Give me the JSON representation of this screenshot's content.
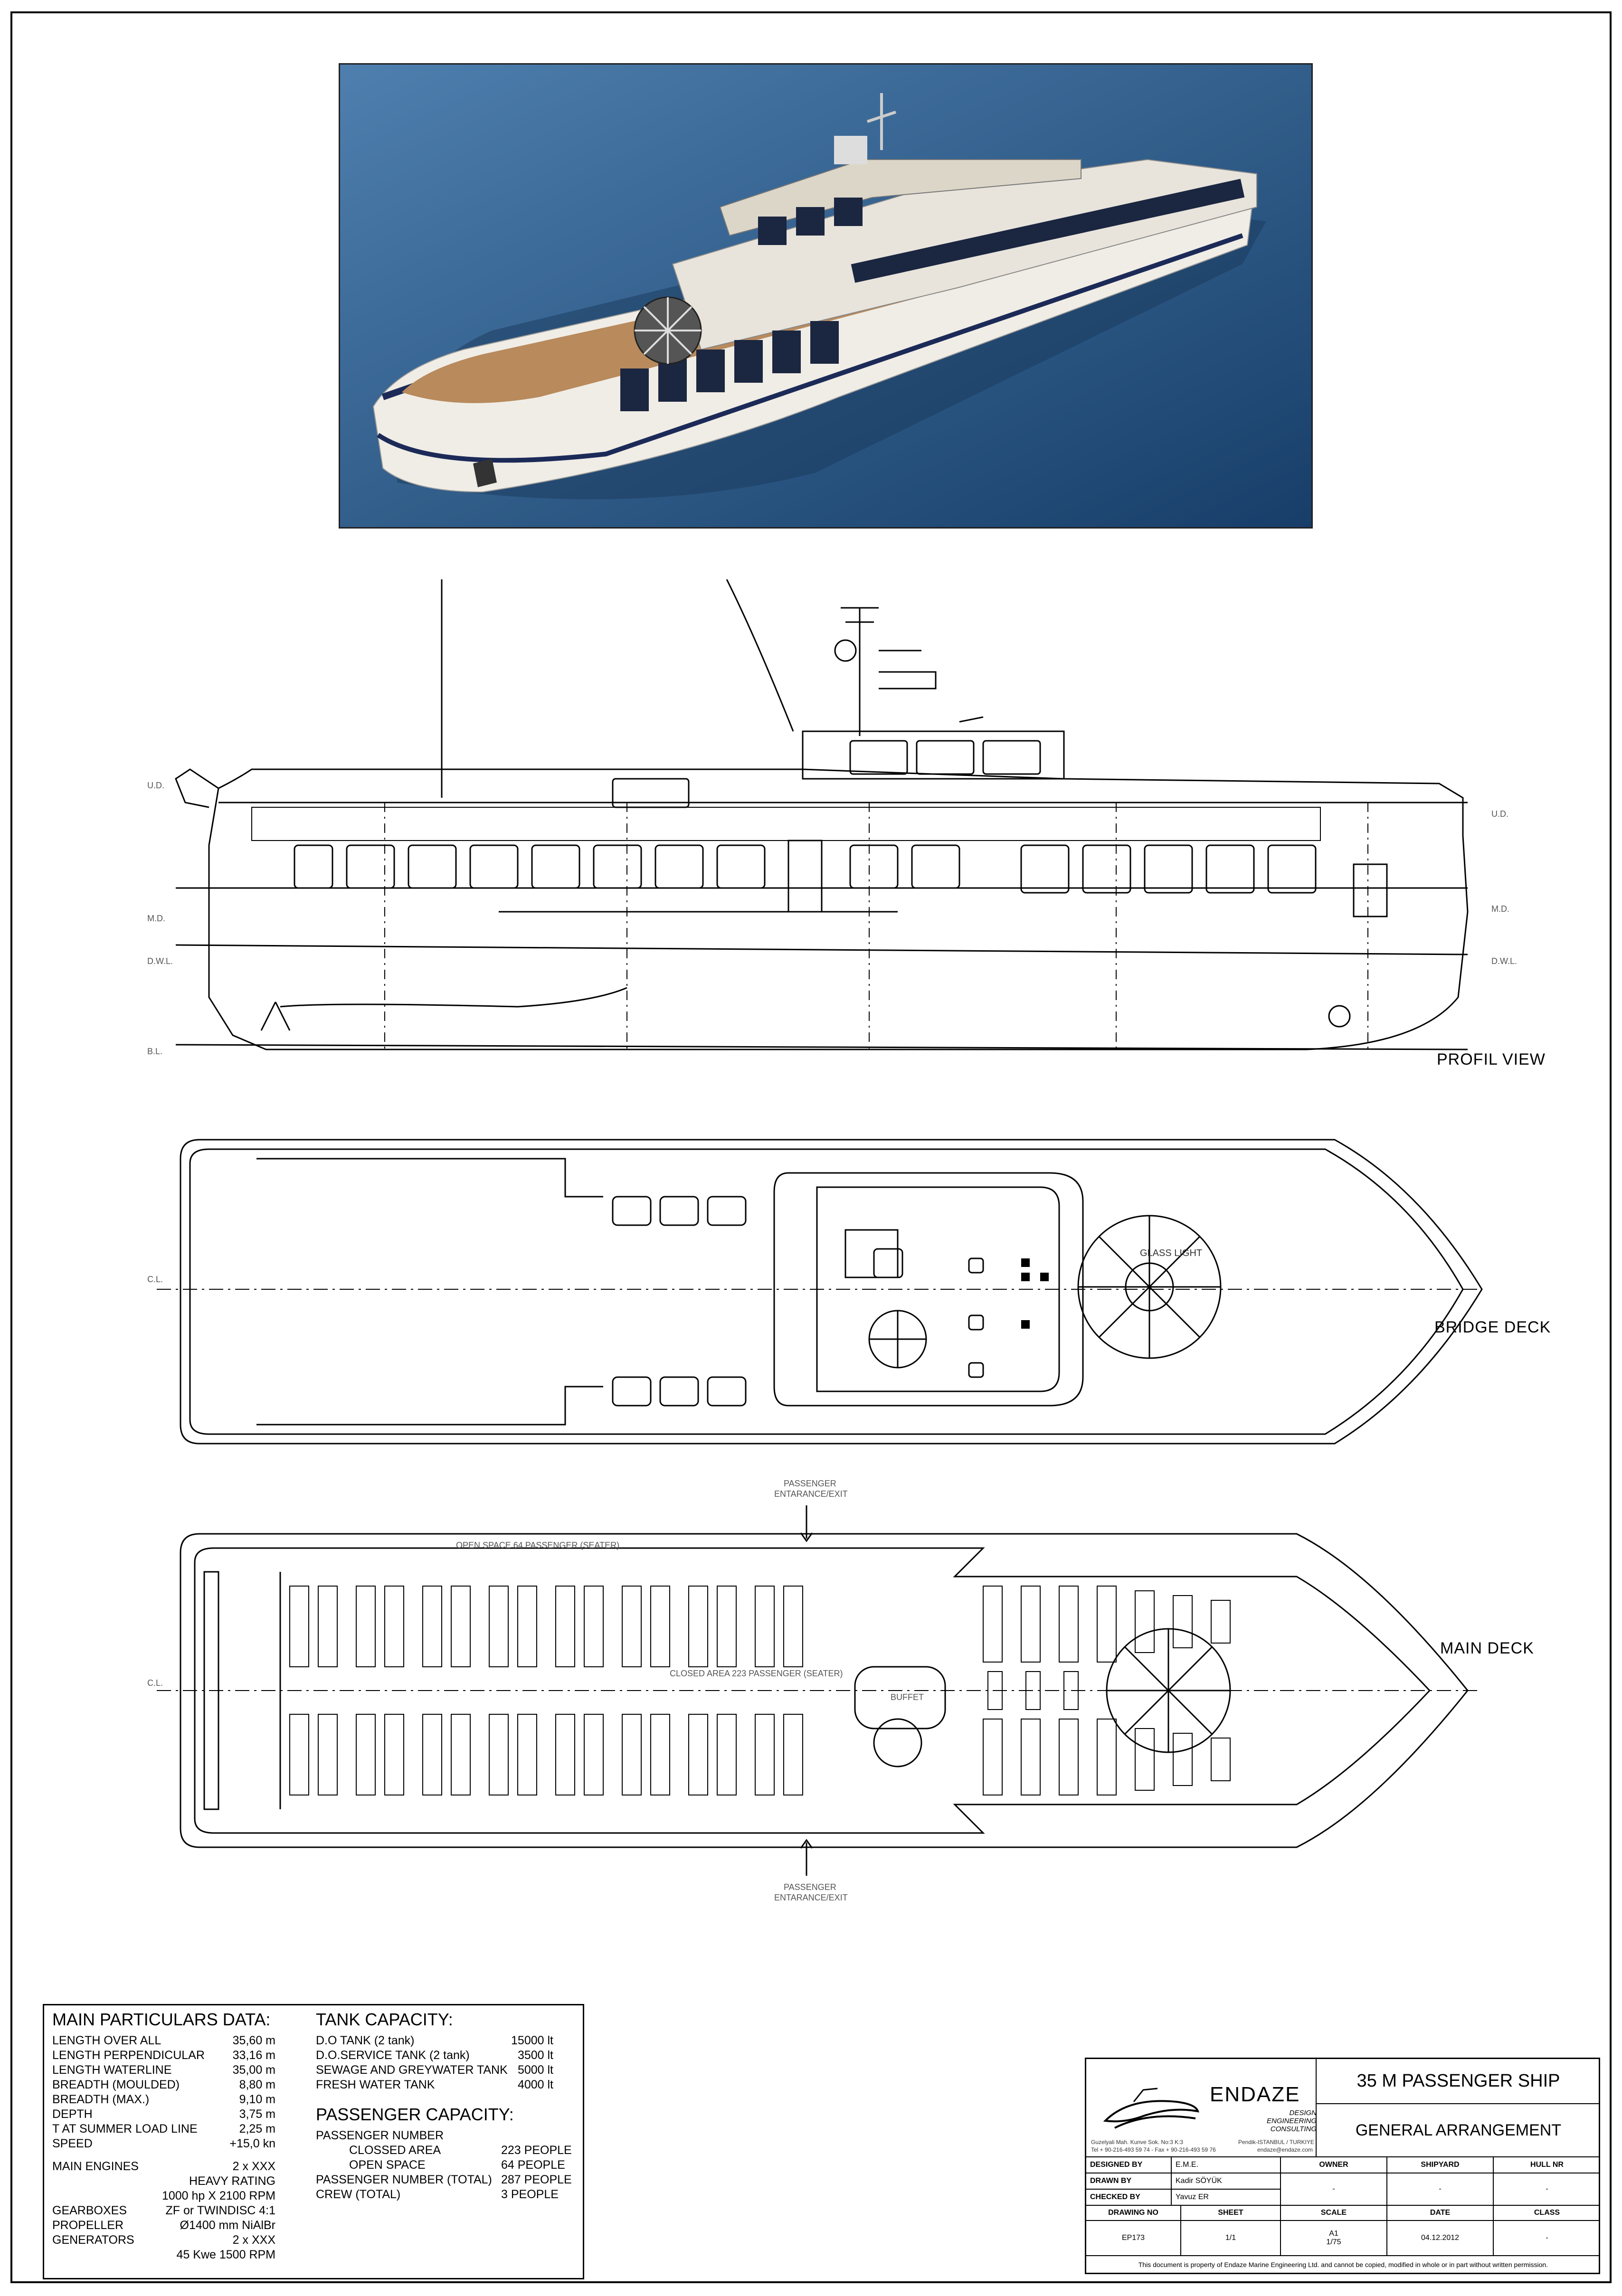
{
  "views": {
    "profile": {
      "label": "PROFIL VIEW",
      "tags": [
        "U.D.",
        "M.D.",
        "D.W.L.",
        "B.L.",
        "U.D.",
        "M.D.",
        "D.W.L."
      ]
    },
    "bridge": {
      "label": "BRIDGE DECK",
      "cl": "C.L.",
      "glass": "GLASS LIGHT"
    },
    "main": {
      "label": "MAIN DECK",
      "cl": "C.L.",
      "open_space": "OPEN SPACE 64 PASSENGER (SEATER)",
      "closed_area": "CLOSED AREA 223 PASSENGER (SEATER)",
      "buffet": "BUFFET",
      "entrance_top": [
        "PASSENGER",
        "ENTARANCE/EXIT"
      ],
      "entrance_bottom": [
        "PASSENGER",
        "ENTARANCE/EXIT"
      ]
    }
  },
  "particulars": {
    "heading": "MAIN PARTICULARS DATA:",
    "rows": [
      {
        "k": "LENGTH OVER ALL",
        "v": "35,60 m"
      },
      {
        "k": "LENGTH PERPENDICULAR",
        "v": "33,16 m"
      },
      {
        "k": "LENGTH WATERLINE",
        "v": "35,00 m"
      },
      {
        "k": "BREADTH (MOULDED)",
        "v": "8,80 m"
      },
      {
        "k": "BREADTH (MAX.)",
        "v": "9,10 m"
      },
      {
        "k": "DEPTH",
        "v": "3,75 m"
      },
      {
        "k": "T AT SUMMER LOAD LINE",
        "v": "2,25 m"
      },
      {
        "k": "SPEED",
        "v": "+15,0 kn"
      }
    ],
    "engines": {
      "k": "MAIN ENGINES",
      "v": "2 x XXX",
      "v2": "HEAVY RATING",
      "v3": "1000 hp X 2100 RPM"
    },
    "gearboxes": {
      "k": "GEARBOXES",
      "v": "ZF or TWINDISC 4:1"
    },
    "propeller": {
      "k": "PROPELLER",
      "v": "Ø1400 mm NiAlBr"
    },
    "generators": {
      "k": "GENERATORS",
      "v": "2 x XXX",
      "v2": "45 Kwe 1500 RPM"
    }
  },
  "tanks": {
    "heading": "TANK CAPACITY:",
    "rows": [
      {
        "k": "D.O TANK (2 tank)",
        "v": "15000 lt"
      },
      {
        "k": "D.O.SERVICE TANK (2 tank)",
        "v": "3500 lt"
      },
      {
        "k": "SEWAGE AND GREYWATER TANK",
        "v": "5000 lt"
      },
      {
        "k": "FRESH WATER TANK",
        "v": "4000 lt"
      }
    ]
  },
  "passengers": {
    "heading": "PASSENGER CAPACITY:",
    "number": "PASSENGER NUMBER",
    "closed_k": "CLOSSED AREA",
    "closed_v": "223 PEOPLE",
    "open_k": "OPEN SPACE",
    "open_v": "64 PEOPLE",
    "total_k": "PASSENGER NUMBER (TOTAL)",
    "total_v": "287 PEOPLE",
    "crew_k": "CREW (TOTAL)",
    "crew_v": "3 PEOPLE"
  },
  "title_block": {
    "company": "ENDAZE",
    "tagline1": "DESIGN",
    "tagline2": "ENGINEERING",
    "tagline3": "CONSULTING",
    "address": "Guzelyali Mah. Kunve Sok. No:3 K:3",
    "address2": "Pendik-ISTANBUL / TURKIYE",
    "phone": "Tel + 90-216-493 59 74 - Fax + 90-216-493 59 76",
    "email": "endaze@endaze.com",
    "project": "35 M PASSENGER SHIP",
    "drawing_title": "GENERAL ARRANGEMENT",
    "designed_by_label": "DESIGNED BY",
    "designed_by": "E.M.E.",
    "drawn_by_label": "DRAWN BY",
    "drawn_by": "Kadir SÖYÜK",
    "checked_by_label": "CHECKED BY",
    "checked_by": "Yavuz ER",
    "owner_label": "OWNER",
    "shipyard_label": "SHIPYARD",
    "hull_label": "HULL NR",
    "owner": "-",
    "shipyard": "-",
    "hull": "-",
    "drawing_no_label": "DRAWING NO",
    "sheet_label": "SHEET",
    "scale_label": "SCALE",
    "date_label": "DATE",
    "class_label": "CLASS",
    "drawing_no": "EP173",
    "sheet": "1/1",
    "scale": "A1",
    "scale2": "1/75",
    "date": "04.12.2012",
    "class": "-",
    "footer": "This document is property of  Endaze Marine Engineering Ltd. and cannot be copied, modified in whole or in part without written permission."
  }
}
